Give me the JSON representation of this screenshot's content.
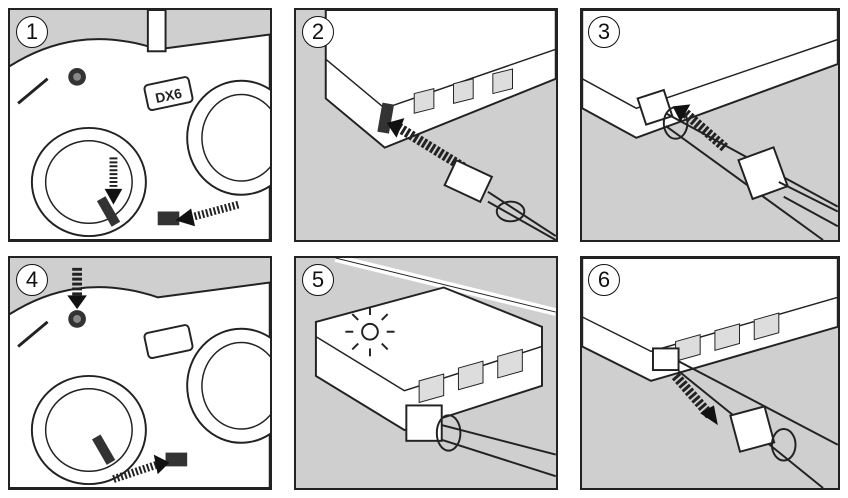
{
  "steps": [
    {
      "number": "1"
    },
    {
      "number": "2"
    },
    {
      "number": "3"
    },
    {
      "number": "4"
    },
    {
      "number": "5"
    },
    {
      "number": "6"
    }
  ],
  "labels": {
    "transmitter_logo": "DX6"
  },
  "colors": {
    "panel_bg": "#cfcfcf",
    "line": "#222222",
    "body_white": "#ffffff"
  }
}
